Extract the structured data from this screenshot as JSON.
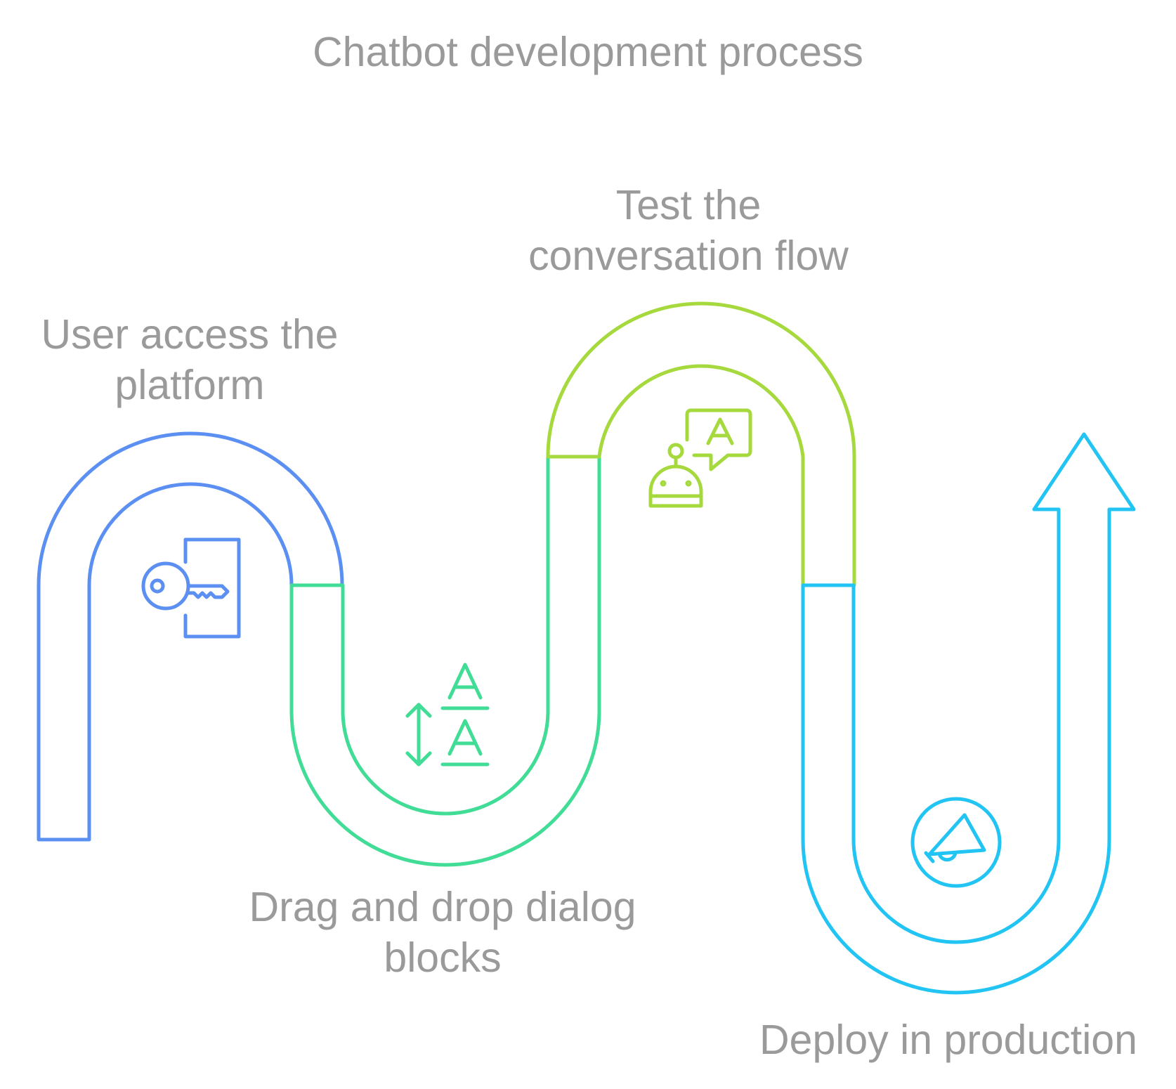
{
  "title": "Chatbot development process",
  "colors": {
    "text": "#9a9a9a",
    "step1": "#5b8ff2",
    "step2": "#41dc96",
    "step3": "#a6d93d",
    "step4": "#21c4f2"
  },
  "steps": [
    {
      "label": "User access the\nplatform",
      "icon": "key-door-icon"
    },
    {
      "label": "Drag and drop dialog\nblocks",
      "icon": "text-size-drag-icon"
    },
    {
      "label": "Test the\nconversation flow",
      "icon": "robot-chat-icon"
    },
    {
      "label": "Deploy in production",
      "icon": "gear-megaphone-icon"
    }
  ]
}
